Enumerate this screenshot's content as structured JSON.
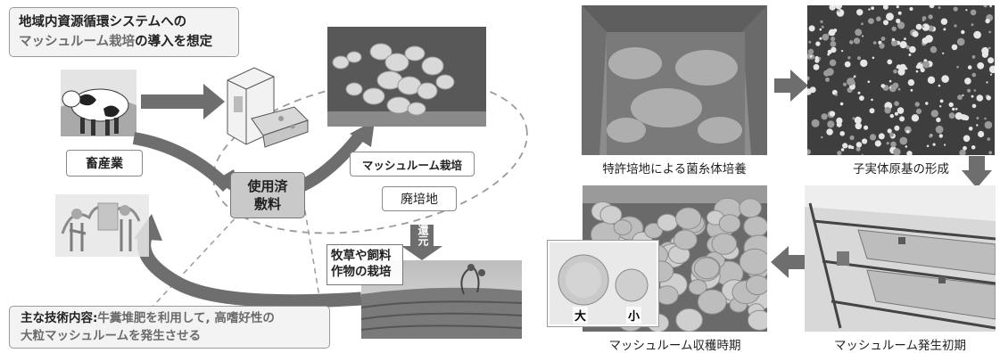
{
  "title": {
    "line1": "地域内資源循環システムへの",
    "line2_highlight": "マッシュルーム栽培",
    "line2_rest": "の導入を想定"
  },
  "nodes": {
    "livestock": "畜産業",
    "used_bedding_line1": "使用済",
    "used_bedding_line2": "敷料",
    "mushroom_cultivation": "マッシュルーム栽培",
    "spent_medium": "廃培地",
    "return_label": "還元",
    "forage_line1": "牧草や飼料",
    "forage_line2": "作物の栽培"
  },
  "summary": {
    "label": "主な技術内容",
    "separator": ":",
    "text_line1": "牛糞堆肥を利用して, 高嗜好性の",
    "text_line2": "大粒マッシュルームを発生させる"
  },
  "photos": {
    "step1": "特許培地による菌糸体培養",
    "step2": "子実体原基の形成",
    "step3": "マッシュルーム発生初期",
    "step4": "マッシュルーム収穫時期",
    "size_large": "大",
    "size_small": "小"
  },
  "colors": {
    "arrow_gray": "#6e6e6e",
    "box_gray": "#c9c9c9",
    "title_bg": "#f3f3f3"
  }
}
